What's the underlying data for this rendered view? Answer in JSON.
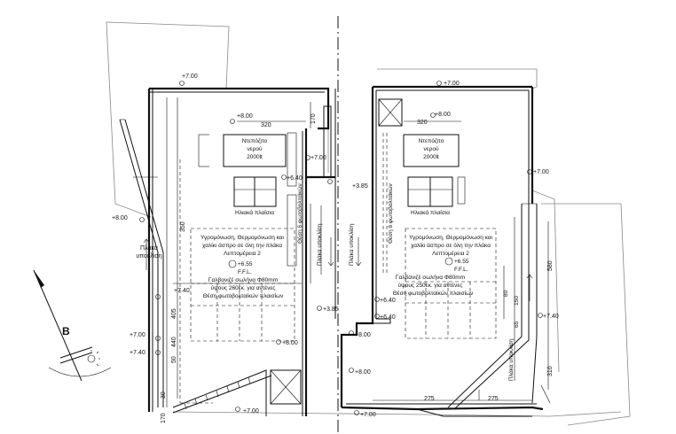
{
  "left_unit": {
    "dims": {
      "top": "+7.00",
      "inner": "+8.00",
      "width_320": "320",
      "d_170": "170",
      "right_upper": "+7.00",
      "right_640": "+6.40",
      "left_800": "+8.00",
      "d_350": "350",
      "d_740": "+7.40",
      "d_385": "+3.85",
      "bottom_800": "+8.00",
      "bottom_700": "+7.00",
      "d_30": "30",
      "d_170b": "170",
      "d_50": "50",
      "d_440": "440",
      "d_405": "405",
      "left_740": "+7.40",
      "left_700": "+7.00"
    },
    "water_tank": [
      "Ντεπόζιτο",
      "νερού",
      "2000lt"
    ],
    "solar_panel": "Ηλιακά πλαίσια",
    "roof_note": [
      "Υγρομόνωση, Θερμομόνωση και",
      "χαλίκι άσπρο σε όλη την πλάκα",
      "Λεπτομέρεια 2"
    ],
    "ffl": [
      "+6.55",
      "F.F.L."
    ],
    "mast": [
      "Γαλβανιζέ σωλήνα Φ80mm",
      "ύψους 260εκ. για αντένες"
    ],
    "pv_note": "Θέση φωτοβολταϊκών πλαισίων",
    "canopy": [
      "Πλάκα",
      "υποκλίση"
    ],
    "vertical_slab": "Πλάκα υποκλίση",
    "vertical_pv": "Θέση 6 φωτοβολταϊκών"
  },
  "right_unit": {
    "dims": {
      "top": "+7.00",
      "inner": "+8.00",
      "width_320": "320",
      "d_385": "+3.85",
      "right_700": "+7.00",
      "d_640a": "+6.40",
      "d_640b": "+6.40",
      "d_800a": "+8.00",
      "d_800b": "+8.00",
      "right_740": "+7.40",
      "d_580": "580",
      "d_310": "310",
      "d_275a": "275",
      "d_275b": "275",
      "bottom_700": "+7.00",
      "d_150": "150",
      "d_80": "80",
      "d_65": "65"
    },
    "water_tank": [
      "Ντεπόζιτο",
      "νερού",
      "2000lt"
    ],
    "solar_panel": "Ηλιακά πλαίσια",
    "roof_note": [
      "Υγρομόνωση, Θερμομόνωση και",
      "χαλίκι άσπρο σε όλη την πλάκα",
      "Λεπτομέρεια 2"
    ],
    "ffl": [
      "+6.55",
      "F.F.L."
    ],
    "mast": [
      "Γαλβανιζέ σωλήνα Φ80mm",
      "ύψους 250εκ. για αντένες"
    ],
    "pv_note": "Θέση φωτοβολταϊκών πλαισίων",
    "vertical_slab_a": "Πλάκα υποκλίση",
    "vertical_slab_b": "Πλάκα υποκλίση",
    "vertical_pv": "Θέση 6 φωτοβολταϊκών"
  },
  "compass": {
    "label": "B"
  }
}
